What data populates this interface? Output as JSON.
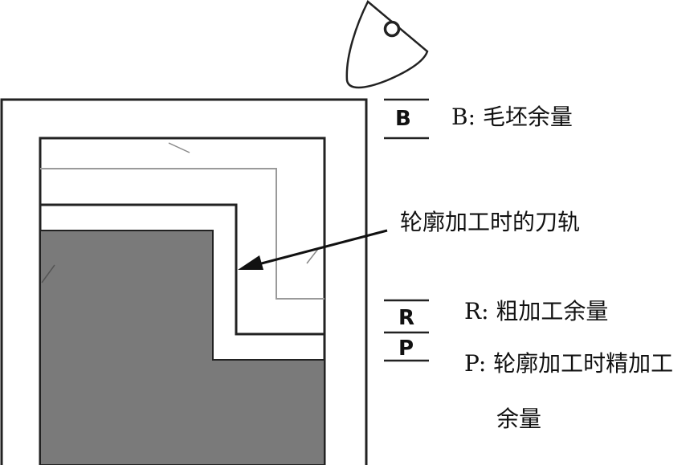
{
  "letters": {
    "b": "B",
    "r": "R",
    "p": "P"
  },
  "labels": {
    "b": "B:  毛坯余量",
    "path": "轮廓加工时的刀轨",
    "r": "R: 粗加工余量",
    "p_line1": "P: 轮廓加工时精加工",
    "p_line2": "余量"
  },
  "colors": {
    "workpiece": "#7a7a7a",
    "stroke": "#222222",
    "pass_line": "#9a9a9a"
  },
  "icons": {
    "cutter": "cutter-icon"
  }
}
